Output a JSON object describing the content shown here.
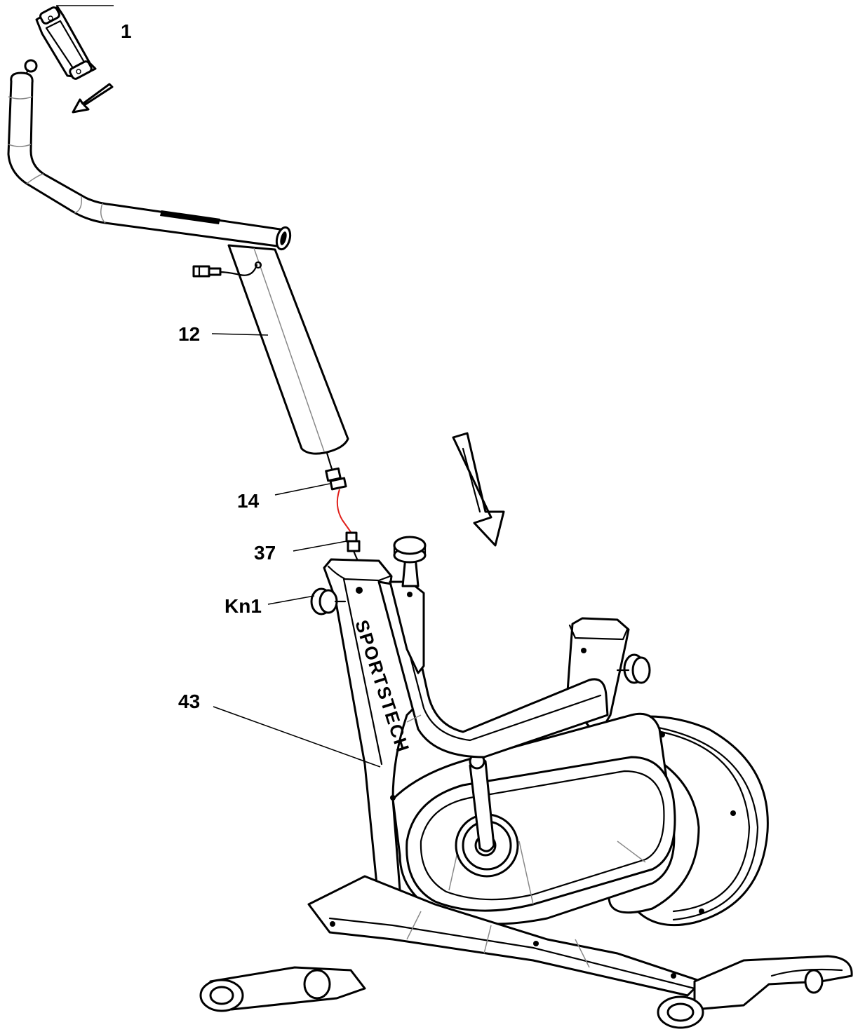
{
  "callouts": {
    "part_1": "1",
    "part_12": "12",
    "part_14": "14",
    "part_37": "37",
    "part_kn1": "Kn1",
    "part_43": "43"
  },
  "frame_brand_text": "SPORTSTECH",
  "colors": {
    "line": "#000000",
    "background": "#ffffff",
    "cable": "#e0201b",
    "detail_grey": "#888888"
  }
}
